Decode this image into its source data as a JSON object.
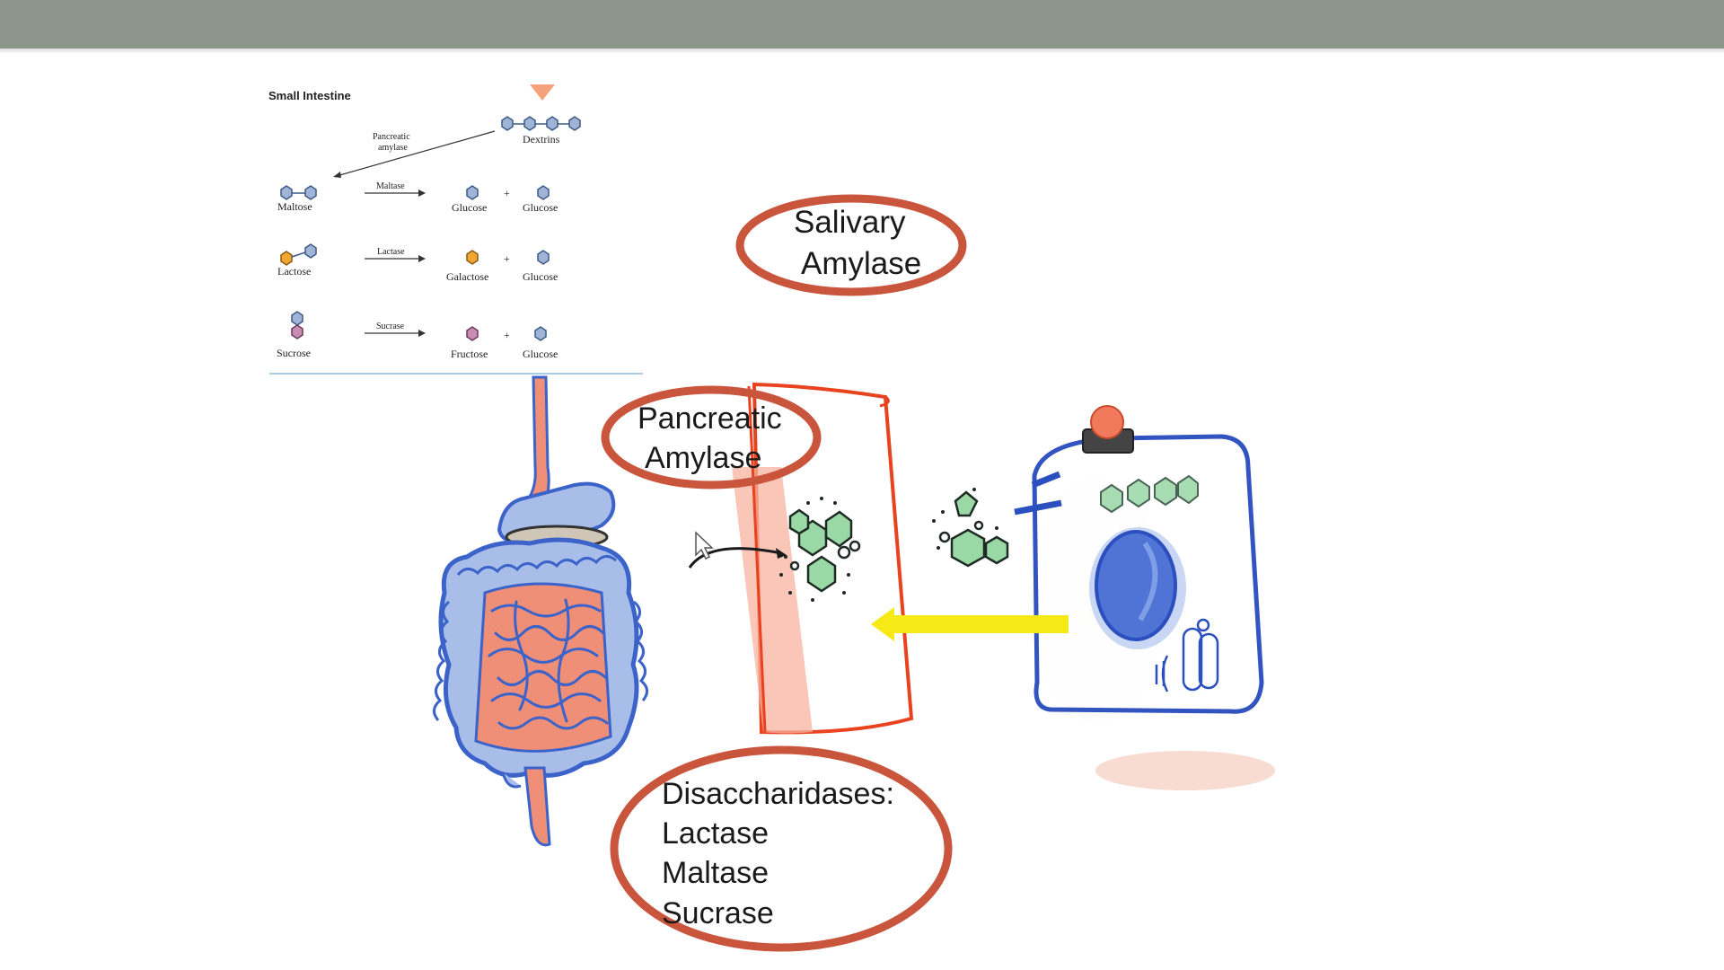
{
  "inset": {
    "title": "Small Intestine",
    "dextrins_label": "Dextrins",
    "pancreatic_enzyme": [
      "Pancreatic",
      "amylase"
    ],
    "reactions": [
      {
        "substrate": "Maltose",
        "enzyme": "Maltase",
        "product1": "Glucose",
        "plus": "+",
        "product2": "Glucose"
      },
      {
        "substrate": "Lactose",
        "enzyme": "Lactase",
        "product1": "Galactose",
        "plus": "+",
        "product2": "Glucose"
      },
      {
        "substrate": "Sucrose",
        "enzyme": "Sucrase",
        "product1": "Fructose",
        "plus": "+",
        "product2": "Glucose"
      }
    ]
  },
  "labels": {
    "salivary": [
      "Salivary",
      "Amylase"
    ],
    "pancreatic": [
      "Pancreatic",
      "Amylase"
    ],
    "disaccharidases": [
      "Disaccharidases:",
      "Lactase",
      "Maltase",
      "Sucrase"
    ]
  },
  "colors": {
    "header_bar": "#8c968a",
    "oval": "#c9553d",
    "intestine_blue": "#3b63c9",
    "intestine_pink": "#ef8f78",
    "vessel": "#e8421e",
    "arrow": "#f5ea16",
    "glucose_green": "#9ad8a6"
  }
}
